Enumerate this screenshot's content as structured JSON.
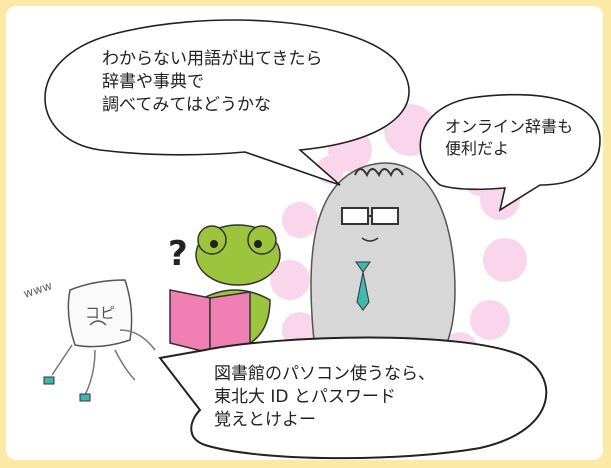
{
  "bubbles": {
    "top_left": "わからない用語が出てきたら\n辞書や事典で\n調べてみてはどうかな",
    "top_right": "オンライン辞書も\n便利だよ",
    "bottom": "図書館のパソコン使うなら、\n東北大 ID とパスワード\n覚えとけよー"
  },
  "paper_character": {
    "face_text": "コピ",
    "sound": "www"
  },
  "frog": {
    "question_mark": "?"
  },
  "colors": {
    "background": "#fde9a6",
    "frog": "#9cc43c",
    "book": "#f07fb4",
    "sparkle": "#f0a8d8",
    "tie": "#3fb8b0"
  }
}
